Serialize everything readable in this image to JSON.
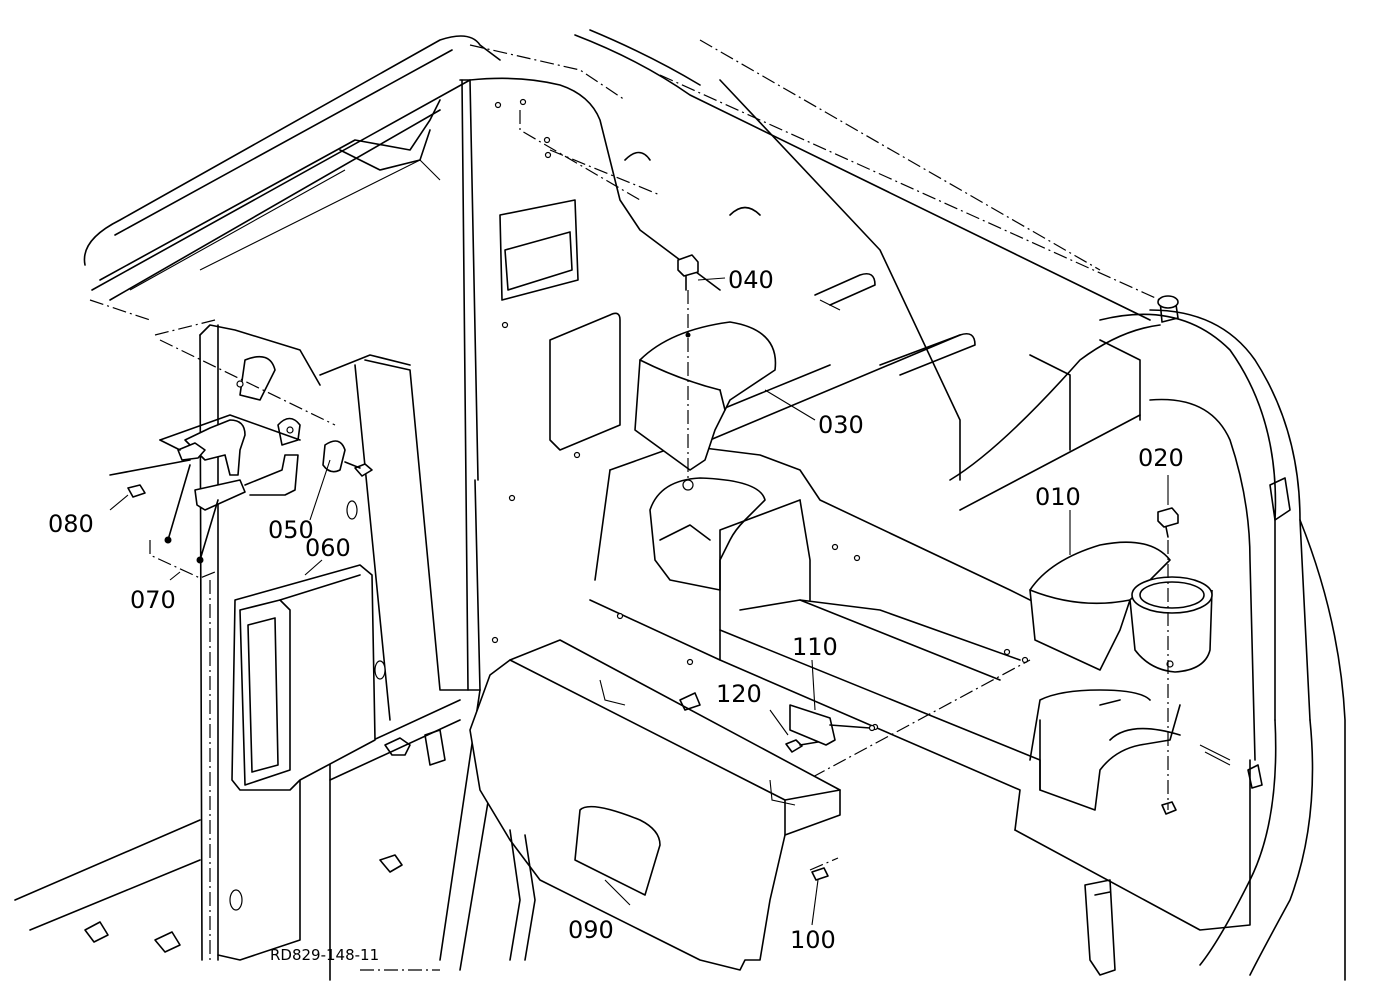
{
  "diagram": {
    "drawing_code": "RD829-148-11",
    "part_labels": [
      "010",
      "020",
      "030",
      "040",
      "050",
      "060",
      "070",
      "080",
      "090",
      "100",
      "110",
      "120"
    ]
  }
}
